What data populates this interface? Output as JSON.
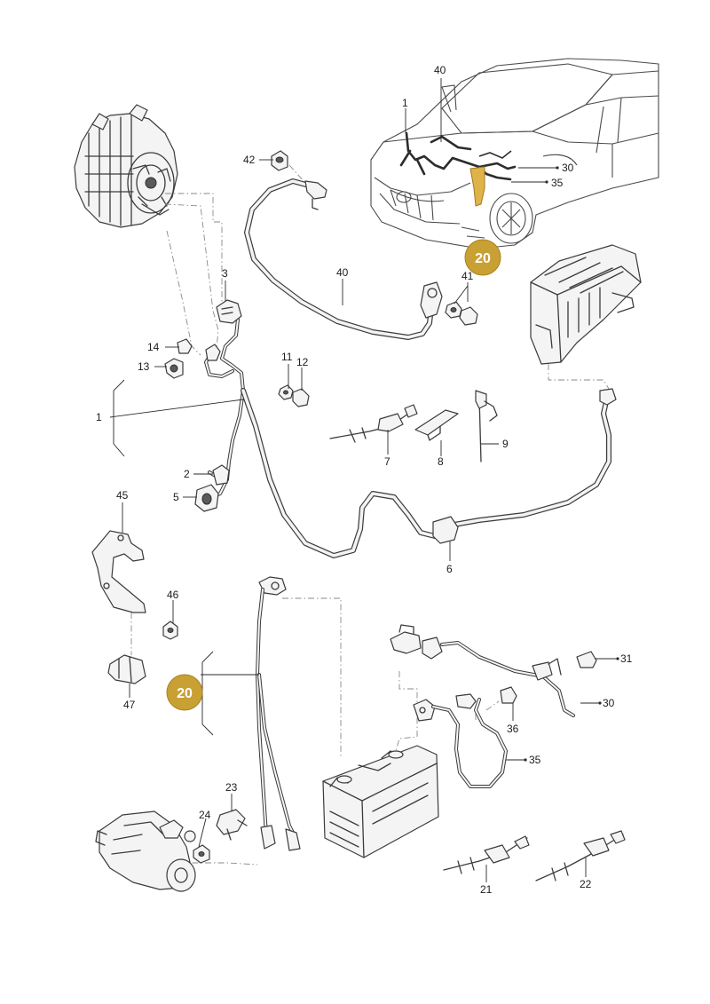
{
  "labels": {
    "l1": "1",
    "l1_car": "1",
    "l2": "2",
    "l3": "3",
    "l5": "5",
    "l6": "6",
    "l7": "7",
    "l8": "8",
    "l9": "9",
    "l11": "11",
    "l12": "12",
    "l13": "13",
    "l14": "14",
    "l21": "21",
    "l22": "22",
    "l23": "23",
    "l24": "24",
    "l30": "30",
    "l30_car": "30",
    "l31": "31",
    "l35": "35",
    "l35_car": "35",
    "l36": "36",
    "l40": "40",
    "l40_car": "40",
    "l41": "41",
    "l42": "42",
    "l45": "45",
    "l46": "46",
    "l47": "47"
  },
  "badges": {
    "top": "20",
    "bottom": "20"
  },
  "colors": {
    "highlight": "#c9a033",
    "line": "#3b3b3b",
    "background": "#ffffff"
  }
}
